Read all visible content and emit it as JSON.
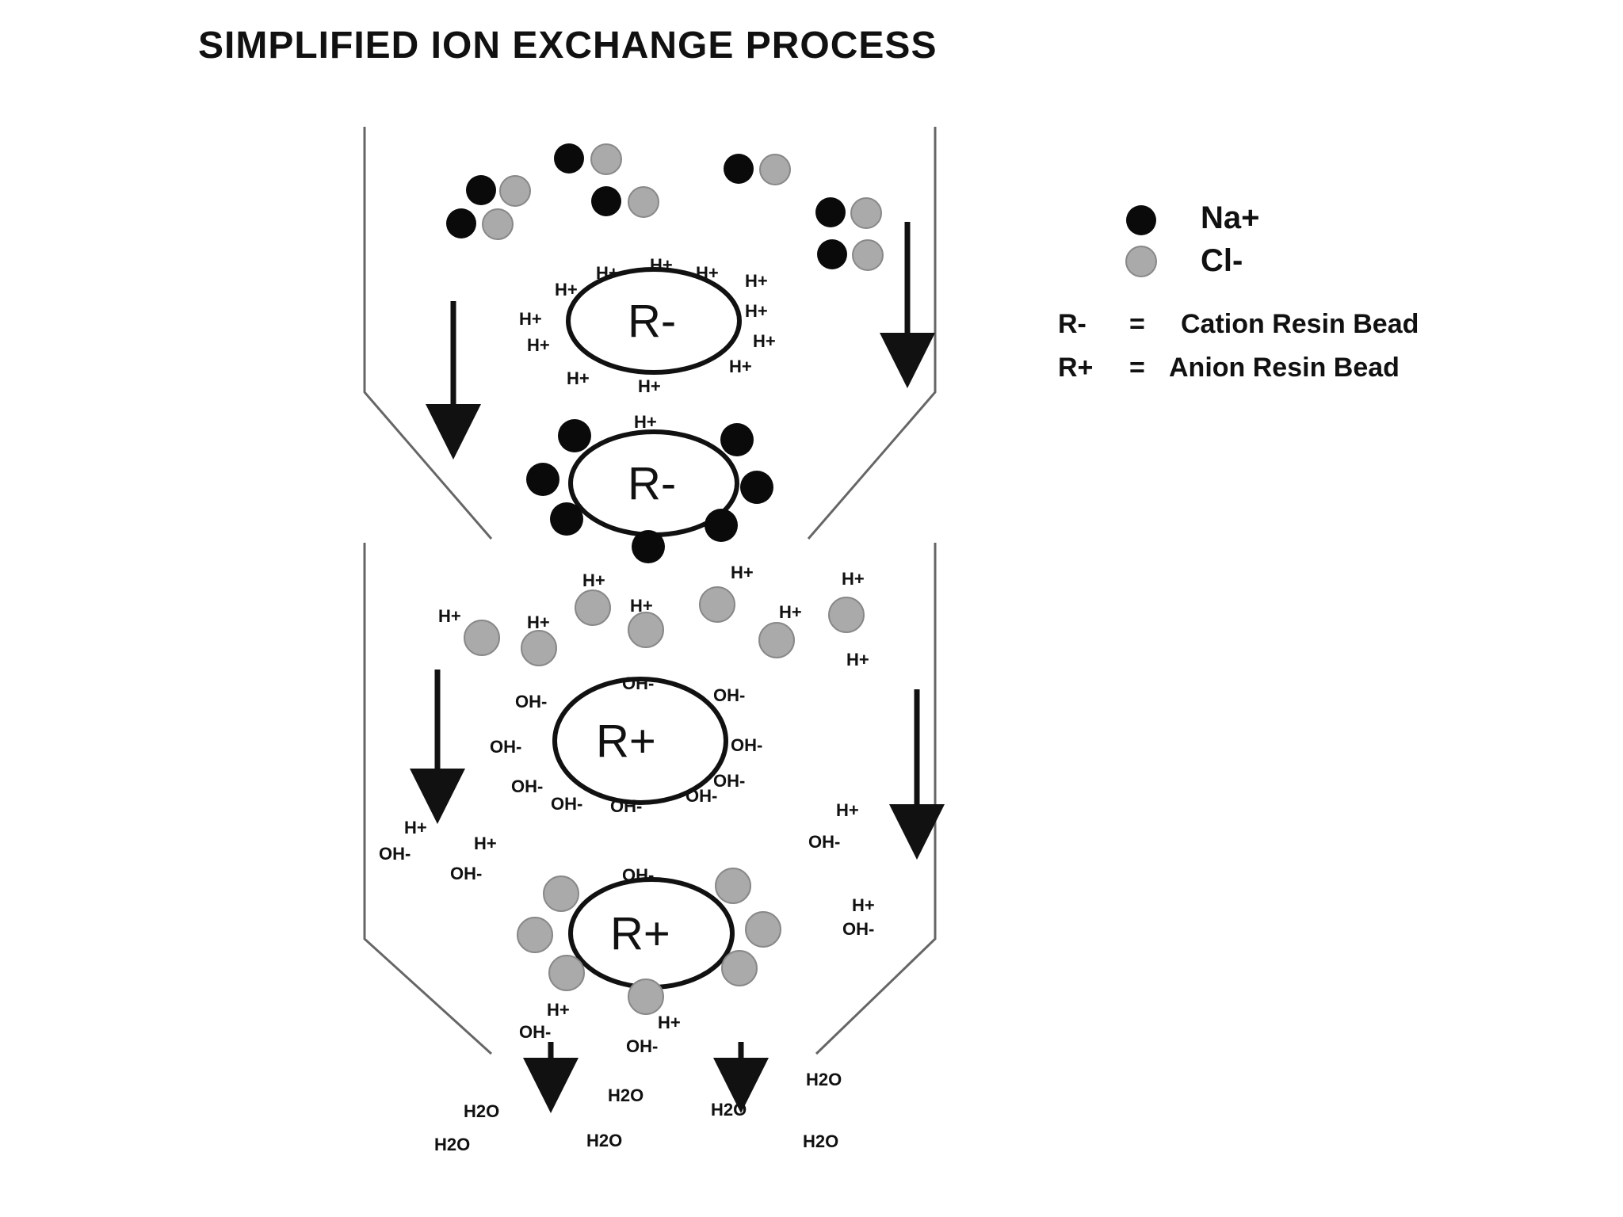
{
  "title": "SIMPLIFIED ION EXCHANGE PROCESS",
  "ions": {
    "h_plus": "H+",
    "oh_minus": "OH-",
    "h2o": "H2O"
  },
  "beads": {
    "cation_symbol": "R-",
    "anion_symbol": "R+"
  },
  "legend": {
    "na_label": "Na+",
    "cl_label": "Cl-",
    "cation_def_symbol": "R-",
    "cation_def_eq": "=",
    "cation_def_text": "Cation Resin Bead",
    "anion_def_symbol": "R+",
    "anion_def_eq": "=",
    "anion_def_text": "Anion Resin Bead"
  },
  "colors": {
    "na": "#0a0a0a",
    "cl": "#aaaaaa",
    "cl_stroke": "#888888",
    "outline": "#111111",
    "column": "#666666"
  }
}
